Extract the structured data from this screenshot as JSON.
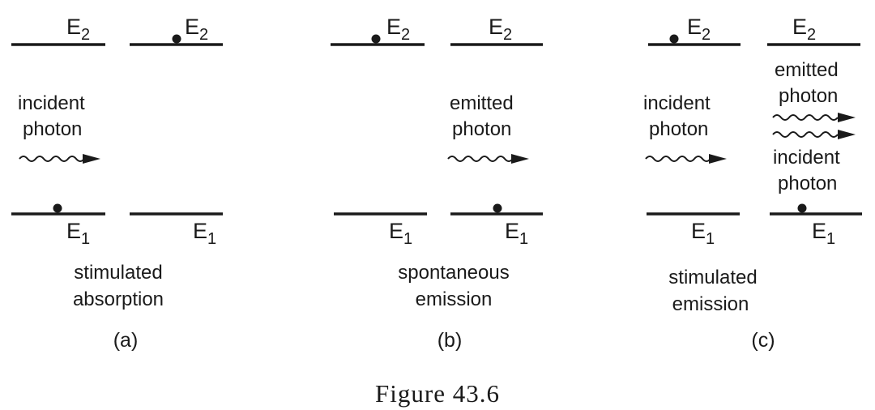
{
  "panels": [
    {
      "id": "a",
      "before": {
        "upper": "E",
        "upper_sub": "2",
        "lower": "E",
        "lower_sub": "1",
        "photon_label": [
          "incident",
          "photon"
        ]
      },
      "after": {
        "upper": "E",
        "upper_sub": "2",
        "lower": "E",
        "lower_sub": "1"
      },
      "caption": [
        "stimulated",
        "absorption"
      ],
      "tag": "(a)"
    },
    {
      "id": "b",
      "before": {
        "upper": "E",
        "upper_sub": "2",
        "lower": "E",
        "lower_sub": "1"
      },
      "after": {
        "upper": "E",
        "upper_sub": "2",
        "lower": "E",
        "lower_sub": "1",
        "photon_label": [
          "emitted",
          "photon"
        ]
      },
      "caption": [
        "spontaneous",
        "emission"
      ],
      "tag": "(b)"
    },
    {
      "id": "c",
      "before": {
        "upper": "E",
        "upper_sub": "2",
        "lower": "E",
        "lower_sub": "1",
        "photon_label": [
          "incident",
          "photon"
        ]
      },
      "after": {
        "upper": "E",
        "upper_sub": "2",
        "lower": "E",
        "lower_sub": "1",
        "emitted_label": [
          "emitted",
          "photon"
        ],
        "incident_label": [
          "incident",
          "photon"
        ]
      },
      "caption": [
        "stimulated",
        "emission"
      ],
      "tag": "(c)"
    }
  ],
  "figure_caption": "Figure 43.6"
}
